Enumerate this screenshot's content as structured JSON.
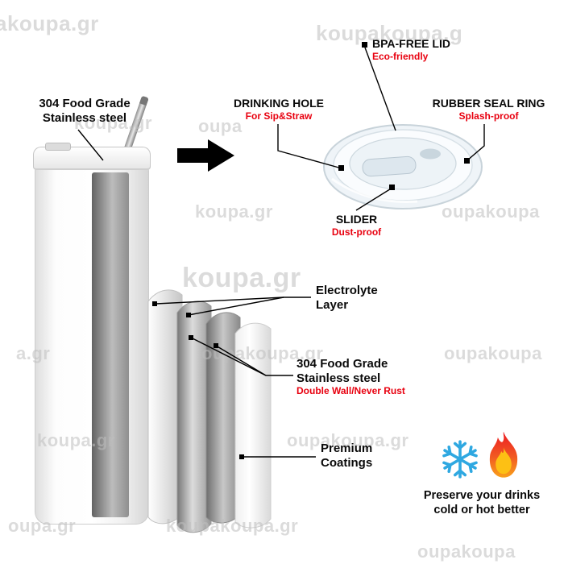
{
  "watermarks": [
    {
      "text": "akoupa.gr"
    },
    {
      "text": "koupakoupa.g"
    },
    {
      "text": "koupa.gr"
    },
    {
      "text": "oupa"
    },
    {
      "text": "koupa.gr"
    },
    {
      "text": "oupakoupa"
    },
    {
      "text": "koupa.gr"
    },
    {
      "text": "a.gr"
    },
    {
      "text": "oupakoupa.gr"
    },
    {
      "text": "oupakoupa"
    },
    {
      "text": "koupa.gr"
    },
    {
      "text": "oupakoupa.gr"
    },
    {
      "text": "oupa.gr"
    },
    {
      "text": "koupakoupa.gr"
    },
    {
      "text": "oupakoupa"
    }
  ],
  "tumbler_label": {
    "line1": "304 Food Grade",
    "line2": "Stainless steel"
  },
  "lid_labels": {
    "bpa": {
      "title": "BPA-FREE LID",
      "subtitle": "Eco-friendly"
    },
    "drinking_hole": {
      "title": "DRINKING HOLE",
      "subtitle": "For Sip&Straw"
    },
    "rubber_seal": {
      "title": "RUBBER SEAL RING",
      "subtitle": "Splash-proof"
    },
    "slider": {
      "title": "SLIDER",
      "subtitle": "Dust-proof"
    }
  },
  "layer_labels": {
    "electrolyte": {
      "line1": "Electrolyte",
      "line2": "Layer"
    },
    "wall": {
      "line1": "304 Food Grade",
      "line2": "Stainless steel",
      "subtitle": "Double Wall/Never Rust"
    },
    "coatings": {
      "line1": "Premium",
      "line2": "Coatings"
    }
  },
  "footer": {
    "line1": "Preserve your drinks",
    "line2": "cold or hot better"
  },
  "icons": {
    "snowflake": "snowflake-icon",
    "flame": "flame-icon",
    "arrow": "arrow-right-icon"
  },
  "colors": {
    "accent_red": "#e8000f",
    "watermark": "#bfbfbf",
    "snowflake_blue": "#2fa8e1",
    "flame_top": "#ed1c24",
    "flame_bottom": "#f9a11b"
  }
}
